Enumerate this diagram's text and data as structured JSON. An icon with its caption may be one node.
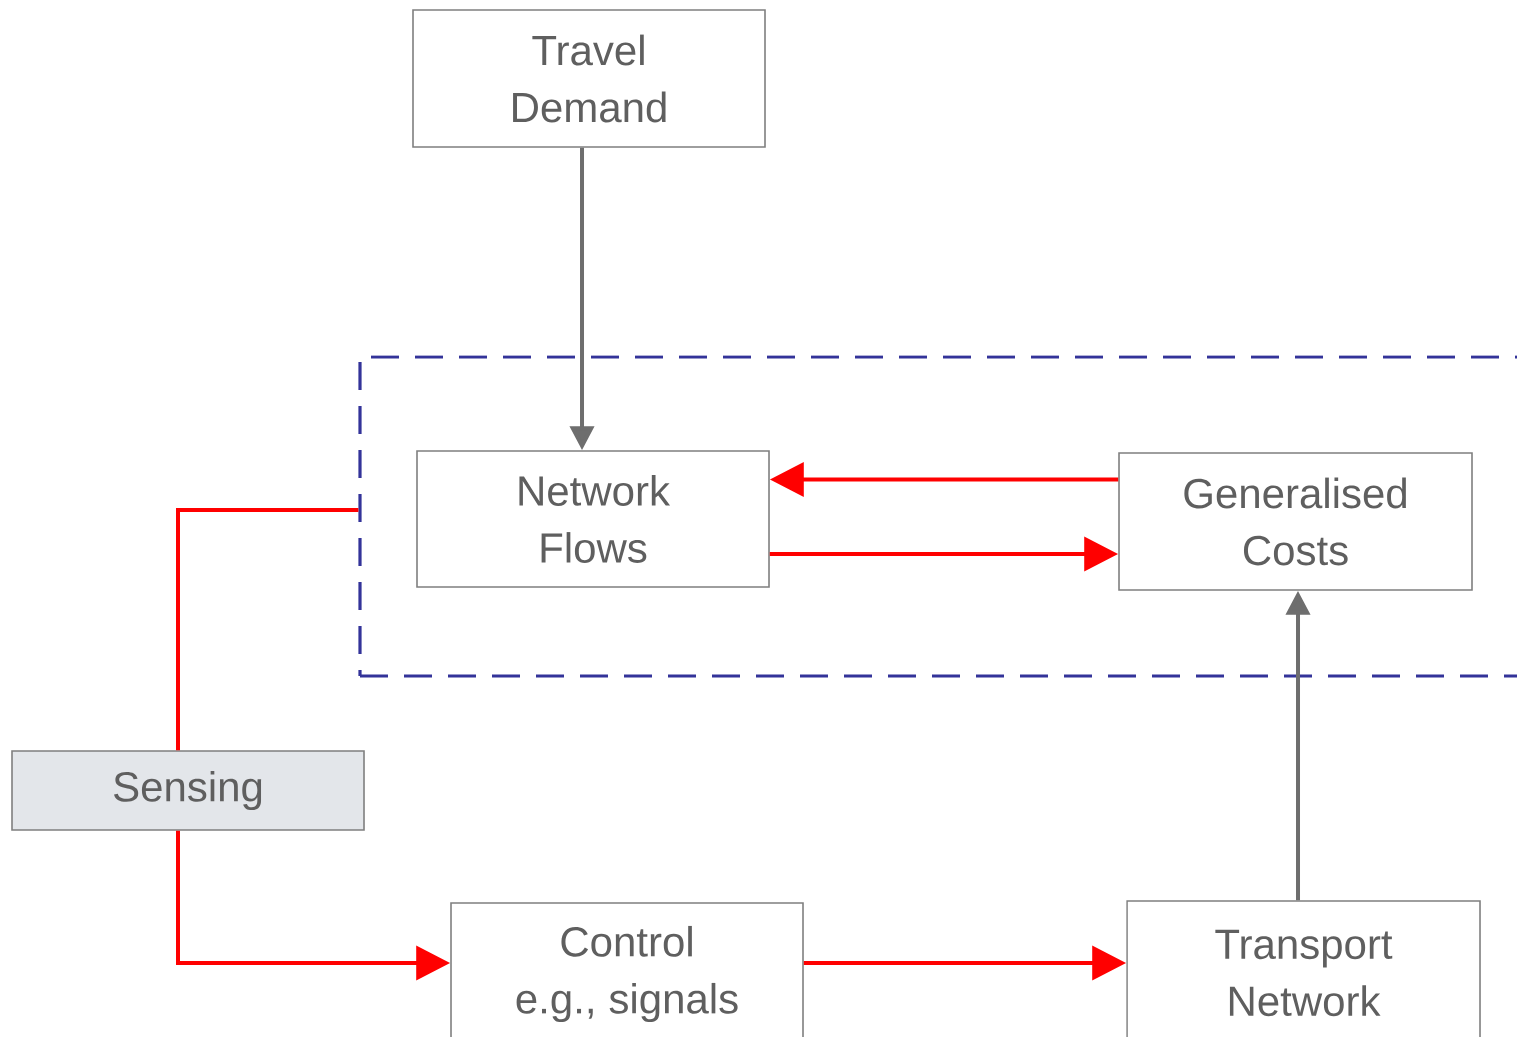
{
  "diagram": {
    "nodes": [
      {
        "text": [
          "Travel Demand"
        ]
      },
      {
        "text": [],
        "shape": "box"
      },
      {
        "text": [
          "Network Flows"
        ],
        "in": 1
      },
      {
        "text": [
          "Generalised Costs"
        ],
        "in": 1
      },
      {
        "text": [
          "Sensing"
        ]
      },
      {
        "text": [
          "Control e.g., signals"
        ]
      },
      {
        "text": [
          "Transport Network"
        ]
      }
    ],
    "edges": [
      {
        "from": 0,
        "to": 2,
        "arrow": "to",
        "color": "#6e6e6e"
      },
      {
        "from": 3,
        "to": 2,
        "arrow": "to"
      },
      {
        "from": 2,
        "to": 3,
        "arrow": "to"
      },
      {
        "from": 1,
        "to": 4,
        "arrow": "none"
      },
      {
        "from": 4,
        "to": 5,
        "arrow": "to"
      },
      {
        "from": 5,
        "to": 6,
        "arrow": "to"
      },
      {
        "from": 6,
        "to": 3,
        "arrow": "to",
        "color": "#6e6e6e"
      }
    ]
  }
}
